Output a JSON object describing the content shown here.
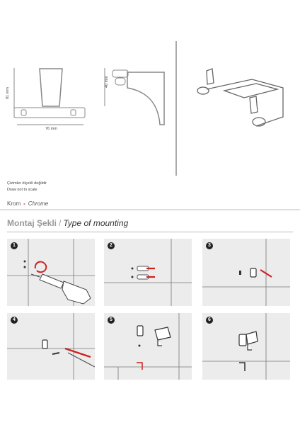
{
  "drawing": {
    "dim_height_front": "81 mm",
    "dim_height_side": "40 mm",
    "dim_width": "76 mm"
  },
  "notes": {
    "line1": "Çizimler ölçekli değildir",
    "line2": "Draw not to scale"
  },
  "finish": {
    "tr": "Krom",
    "dash": "-",
    "en": "Chrome"
  },
  "mounting": {
    "title_tr": "Montaj Şekli",
    "separator": "/",
    "title_en": "Type of mounting"
  },
  "steps": [
    {
      "number": "1"
    },
    {
      "number": "2"
    },
    {
      "number": "3"
    },
    {
      "number": "4"
    },
    {
      "number": "5"
    },
    {
      "number": "6"
    }
  ],
  "colors": {
    "accent": "#cc2222",
    "panel": "#ececec",
    "line": "#777777"
  }
}
